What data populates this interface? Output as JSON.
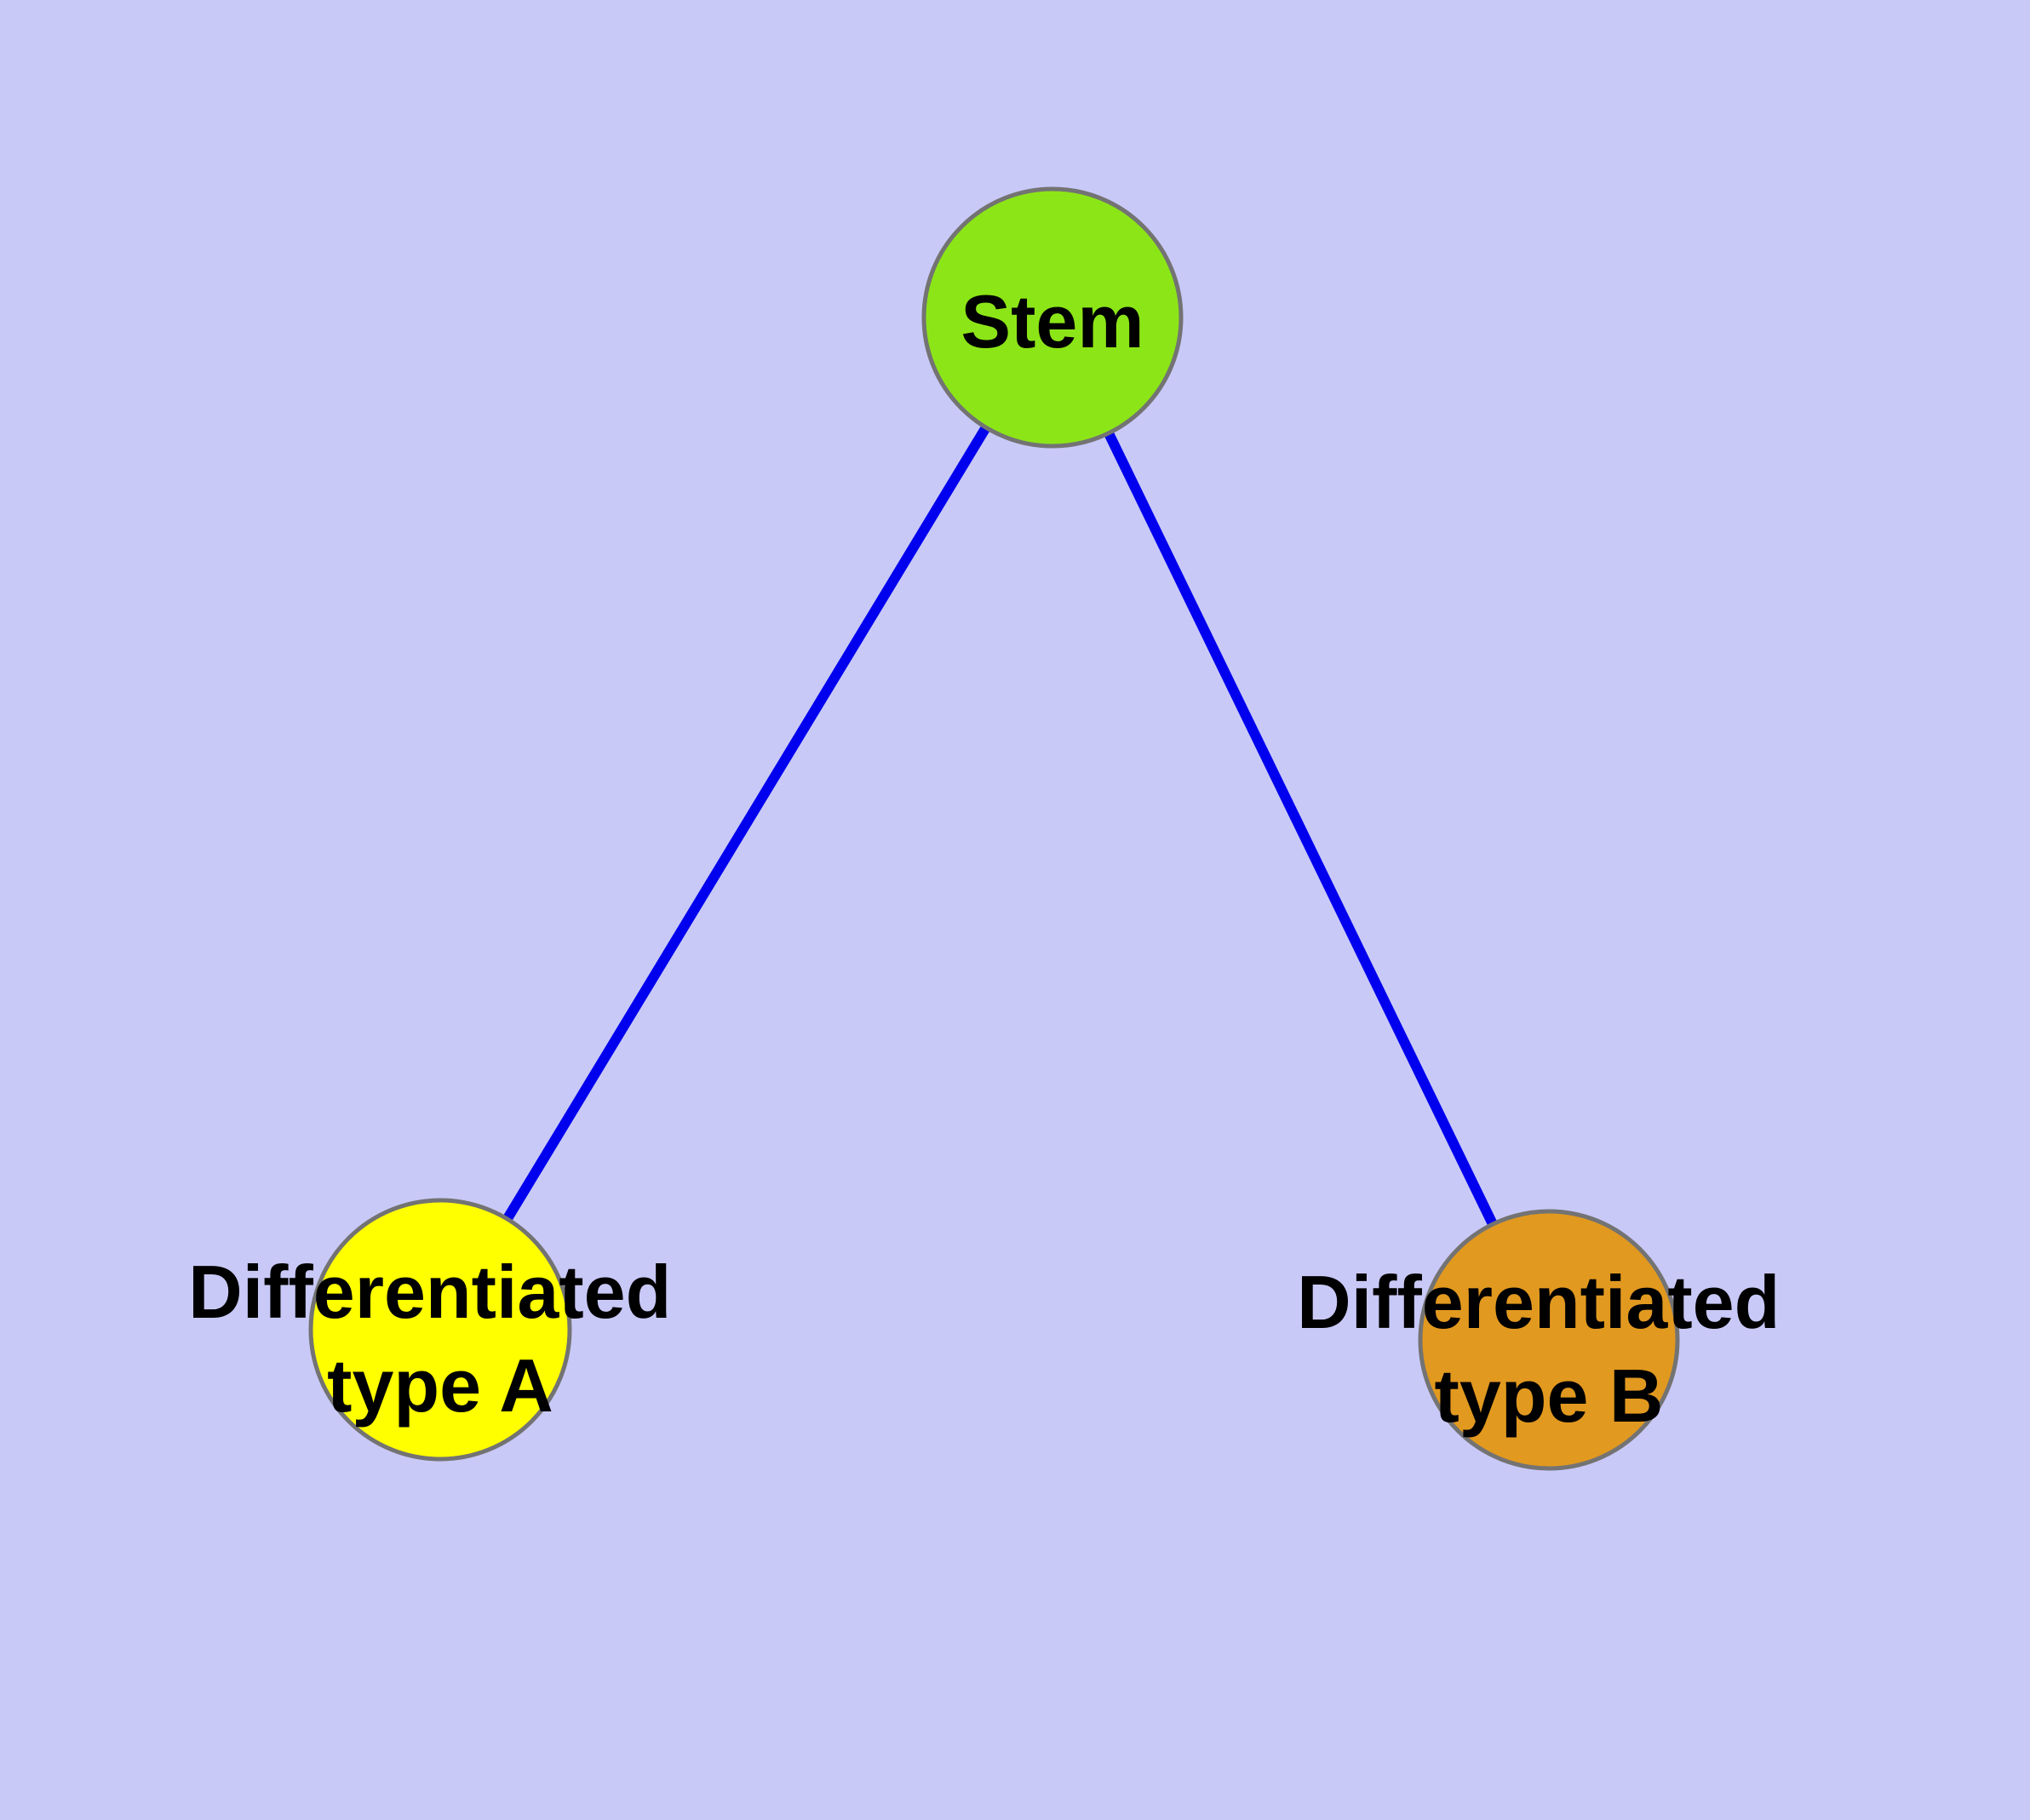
{
  "diagram": {
    "type": "node-link-graph",
    "background_color": "#c9c9f8",
    "edge_color": "#0000ee",
    "node_border_color": "#737373",
    "label_color": "#000000",
    "nodes": [
      {
        "id": "stem",
        "label": "Stem",
        "fill": "#8ce617"
      },
      {
        "id": "differentiated-type-a",
        "label": "Differentiated type A",
        "label_line1": "Differentiated",
        "label_line2": "type A",
        "fill": "#ffff00"
      },
      {
        "id": "differentiated-type-b",
        "label": "Differentiated type B",
        "label_line1": "Differentiated",
        "label_line2": "type B",
        "fill": "#e2991f"
      }
    ],
    "edges": [
      {
        "from": "stem",
        "to": "differentiated-type-a"
      },
      {
        "from": "stem",
        "to": "differentiated-type-b"
      }
    ]
  }
}
